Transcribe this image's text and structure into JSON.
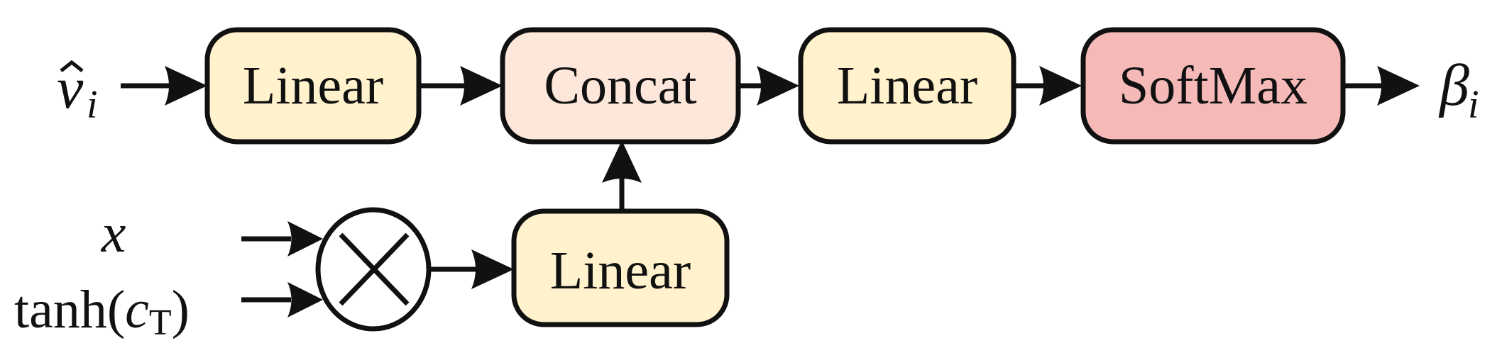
{
  "colors": {
    "linear_fill": "#FFF2CC",
    "concat_fill": "#FDE7DA",
    "softmax_fill": "#F5B9B8",
    "stroke": "#111111",
    "background": "#FFFFFF"
  },
  "blocks": {
    "linear_top_left": "Linear",
    "concat": "Concat",
    "linear_top_right": "Linear",
    "softmax": "SoftMax",
    "linear_bottom": "Linear"
  },
  "operators": {
    "multiply": "⊗"
  },
  "inputs": {
    "v_hat_base": "v",
    "v_hat_sub": "i",
    "x": "x",
    "tanh_prefix": "tanh(",
    "tanh_c": "c",
    "tanh_sub": "T",
    "tanh_suffix": ")"
  },
  "outputs": {
    "beta_base": "β",
    "beta_sub": "i"
  }
}
